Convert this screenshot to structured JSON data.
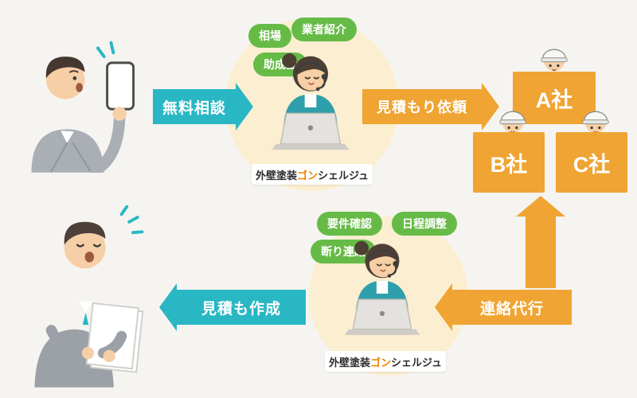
{
  "arrows": {
    "free_consult": "無料相談",
    "quote_request": "見積もり依頼",
    "contact_proxy": "連絡代行",
    "quote_create": "見積も作成"
  },
  "logo": {
    "pre": "外壁塗装",
    "accent": "ゴン",
    "post": "シェルジュ"
  },
  "top_operator_bubbles": [
    "相場",
    "業者紹介",
    "助成金"
  ],
  "bottom_operator_bubbles": [
    "要件確認",
    "日程調整",
    "断り連絡"
  ],
  "companies": [
    "A社",
    "B社",
    "C社"
  ],
  "colors": {
    "teal": "#29b7c4",
    "orange": "#f0a433",
    "green": "#66bb47",
    "cream": "#fceed0",
    "logo_accent": "#f08300",
    "background": "#f6f4f1"
  }
}
